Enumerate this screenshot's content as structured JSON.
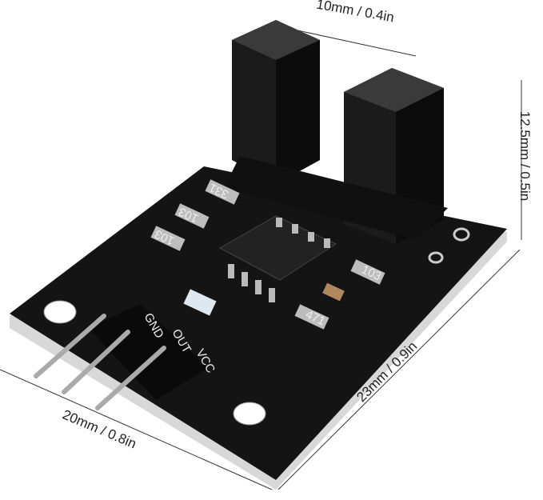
{
  "dimensions": {
    "gap_width": "10mm / 0.4in",
    "height": "12.5mm / 0.5in",
    "length": "23mm / 0.9in",
    "width": "20mm / 0.8in"
  },
  "board": {
    "pin_labels": [
      "GND",
      "OUT",
      "VCC"
    ],
    "resistor_codes": [
      "331",
      "103",
      "103",
      "103",
      "471"
    ]
  },
  "colors": {
    "board": "#111111",
    "pcb_edge": "#d8d8d8",
    "pad": "#c9c9c9"
  }
}
